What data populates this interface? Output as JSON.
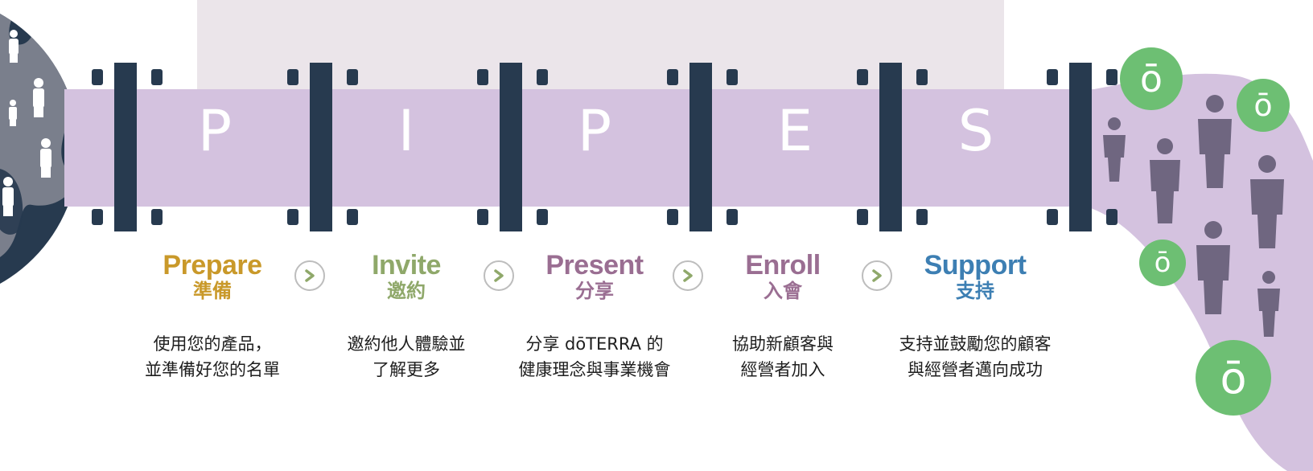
{
  "letters": [
    "P",
    "I",
    "P",
    "E",
    "S"
  ],
  "steps": [
    {
      "en": "Prepare",
      "zh": "準備",
      "color": "#c9992a",
      "desc_line1": "使用您的產品，",
      "desc_line2": "並準備好您的名單"
    },
    {
      "en": "Invite",
      "zh": "邀約",
      "color": "#8fa86a",
      "desc_line1": "邀約他人體驗並",
      "desc_line2": "了解更多"
    },
    {
      "en": "Present",
      "zh": "分享",
      "color": "#9a6e92",
      "desc_line1": "分享 dōTERRA 的",
      "desc_line2": "健康理念與事業機會"
    },
    {
      "en": "Enroll",
      "zh": "入會",
      "color": "#9a6e92",
      "desc_line1": "協助新顧客與",
      "desc_line2": "經營者加入"
    },
    {
      "en": "Support",
      "zh": "支持",
      "color": "#3d7fb3",
      "desc_line1": "支持並鼓勵您的顧客",
      "desc_line2": "與經營者邁向成功"
    }
  ],
  "logo_glyph": "ō",
  "colors": {
    "pipe": "#d4c2df",
    "flange": "#273a4f",
    "globe": "#273a4f",
    "logo_green": "#6dbf73",
    "person": "#6f6680",
    "arrow_chevron": "#8fa86a"
  },
  "icons": {
    "arrow": "chevron-right-icon",
    "people": "person-icon",
    "logo": "doterra-logo-icon"
  }
}
